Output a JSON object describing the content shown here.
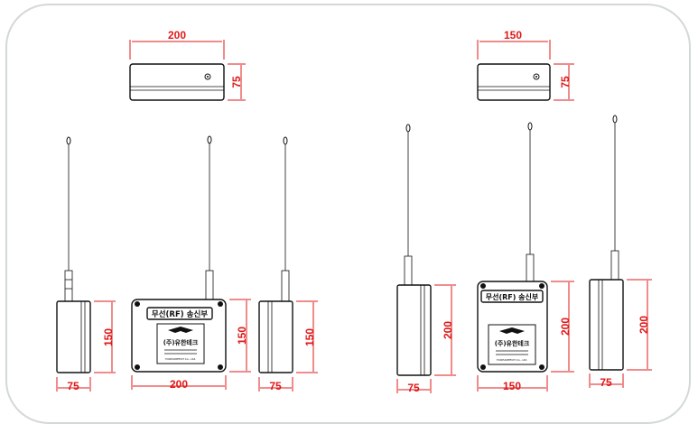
{
  "colors": {
    "dimension": "#e01818",
    "frame": "#d3d8d8",
    "line": "#111111"
  },
  "left_unit": {
    "top_view": {
      "width": "200",
      "height": "75"
    },
    "side_a": {
      "width": "75",
      "height": "150"
    },
    "front": {
      "width": "200",
      "height": "150",
      "title": "무선(RF) 송신부",
      "brand": "(주)유한테크",
      "company": "YOOHANTECH Co., Ltd."
    },
    "side_b": {
      "width": "75",
      "height": "150"
    }
  },
  "right_unit": {
    "top_view": {
      "width": "150",
      "height": "75"
    },
    "side_a": {
      "width": "75",
      "height": "200"
    },
    "front": {
      "width": "150",
      "height": "200",
      "title": "무선(RF) 송신부",
      "brand": "(주)유한테크",
      "company": "YOOHANTECH Co., Ltd."
    },
    "side_b": {
      "width": "75",
      "height": "200"
    }
  }
}
